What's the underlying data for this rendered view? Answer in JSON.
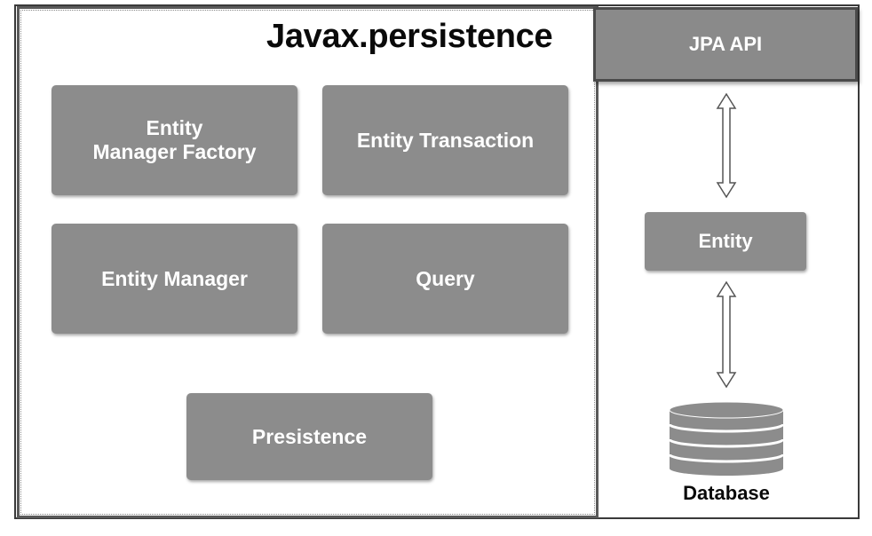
{
  "package": {
    "title": "Javax.persistence"
  },
  "components": [
    {
      "lines": [
        "Entity",
        "Manager Factory"
      ]
    },
    {
      "lines": [
        "Entity Transaction"
      ]
    },
    {
      "lines": [
        "Entity Manager"
      ]
    },
    {
      "lines": [
        "Query"
      ]
    },
    {
      "lines": [
        "Presistence"
      ]
    }
  ],
  "right_stack": {
    "api_label": "JPA API",
    "entity_label": "Entity",
    "database_label": "Database"
  },
  "colors": {
    "box_fill": "#8c8c8c",
    "box_text": "#ffffff",
    "border": "#3a3a3a"
  }
}
